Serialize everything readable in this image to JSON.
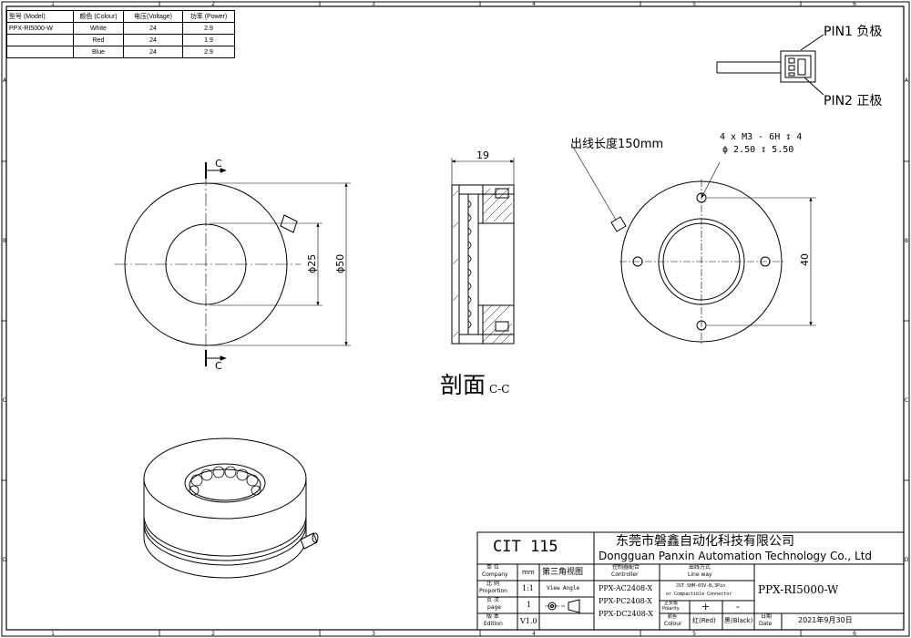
{
  "border": {
    "col_numbers": [
      "1",
      "2",
      "3",
      "4",
      "5",
      "6"
    ],
    "row_letters": [
      "A",
      "B",
      "C",
      "D"
    ]
  },
  "spec_table": {
    "headers": [
      "型号 (Model)",
      "颜色 (Colour)",
      "电压(Voltage)",
      "功率 (Power)"
    ],
    "rows": [
      [
        "PPX-RI5000-W",
        "White",
        "24",
        "2.9"
      ],
      [
        "",
        "Red",
        "24",
        "1.9"
      ],
      [
        "",
        "Blue",
        "24",
        "2.9"
      ]
    ]
  },
  "connector": {
    "pin1": "PIN1 负极",
    "pin2": "PIN2 正极"
  },
  "front_view": {
    "section_mark": "C",
    "dim_inner": "ϕ25",
    "dim_outer": "ϕ50"
  },
  "section_view": {
    "dim_width": "19",
    "title": "剖面",
    "title_suffix": "C-C"
  },
  "rear_view": {
    "cable_note": "出线长度150mm",
    "hole_note_line1": "4 x  M3 - 6H ↧ 4",
    "hole_note_line2": "ϕ 2.50 ↧ 5.50",
    "dim_spacing": "40"
  },
  "title_block": {
    "drawing_no": "CIT 115",
    "company_cn": "东莞市磐鑫自动化科技有限公司",
    "company_en": "Dongguan Panxin Automation Technology Co., Ltd",
    "unit_label": "单 位",
    "unit_label_en": "Company",
    "unit_value": "mm",
    "projection": "第三角视图",
    "scale_label": "比 例",
    "scale_label_en": "Proportion",
    "scale_value": "1:1",
    "view_angle": "View Angle",
    "page_label": "页 次",
    "page_label_en": "page",
    "page_value": "1",
    "edition_label": "版 本",
    "edition_label_en": "Edition",
    "edition_value": "V1.0",
    "controller_header": "控制器配合",
    "controller_header_en": "Controller",
    "controllers": [
      "PPX-AC2408-X",
      "PPX-PC2408-X",
      "PPX-DC2408-X"
    ],
    "lineway_header": "出线方式",
    "lineway_header_en": "Line way",
    "lineway_line1": "JST SHM-03V-B,3Pin",
    "lineway_line2": "or Compactible Connector",
    "polarity_label": "正负极",
    "polarity_label_en": "Polarity",
    "polarity_plus": "+",
    "polarity_minus": "-",
    "colour_label": "颜色",
    "colour_label_en": "Colour",
    "colour_red": "红(Red)",
    "colour_black": "黑(Black)",
    "model": "PPX-RI5000-W",
    "date_label": "日期",
    "date_label_en": "Date",
    "date_value": "2021年9月30日"
  }
}
